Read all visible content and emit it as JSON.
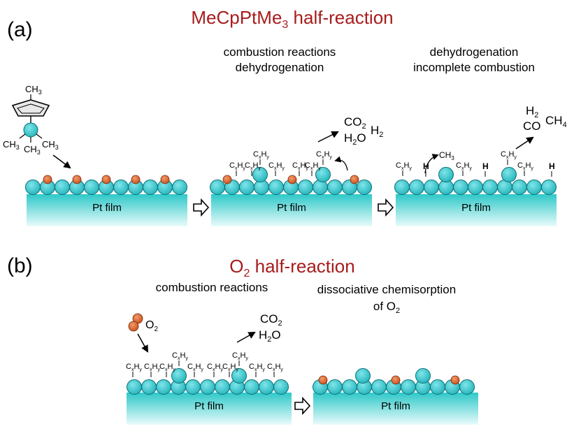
{
  "colors": {
    "title_red": "#a81c1c",
    "pt_atom": "#35c9cf",
    "o_atom": "#e06a33",
    "film_top": "#2ec8c8",
    "film_bottom": "#e9fbfb"
  },
  "panel_a": {
    "label": "(a)",
    "title": {
      "prefix": "MeCpPtMe",
      "sub": "3",
      "suffix": " half-reaction"
    },
    "molecule": {
      "top": "CH",
      "top_sub": "3",
      "left": "CH",
      "left_sub": "3",
      "mid": "CH",
      "mid_sub": "3",
      "right": "CH",
      "right_sub": "3"
    },
    "step2_heading": [
      "combustion reactions",
      "dehydrogenation"
    ],
    "step3_heading": [
      "dehydrogenation",
      "incomplete combustion"
    ],
    "step2_products": {
      "co2": "CO",
      "co2_sub": "2",
      "h2o_a": "H",
      "h2o_sub": "2",
      "h2o_b": "O",
      "h2": "H",
      "h2_sub": "2"
    },
    "step3_products": {
      "h2": "H",
      "h2_sub": "2",
      "co": "CO",
      "ch4": "CH",
      "ch4_sub": "4"
    },
    "step3_ch3": {
      "text": "CH",
      "sub": "3"
    },
    "step3_h": "H",
    "adsorbate": {
      "c": "C",
      "x": "x",
      "h": "H",
      "y": "y"
    },
    "film_labels": [
      "Pt film",
      "Pt film",
      "Pt film"
    ]
  },
  "panel_b": {
    "label": "(b)",
    "title": {
      "prefix": "O",
      "sub": "2",
      "suffix": " half-reaction"
    },
    "step1_heading": [
      "combustion reactions"
    ],
    "step2_heading": [
      "dissociative chemisorption",
      "of O",
      "2"
    ],
    "o2_label": {
      "text": "O",
      "sub": "2"
    },
    "products": {
      "co2": "CO",
      "co2_sub": "2",
      "h2o_a": "H",
      "h2o_sub": "2",
      "h2o_b": "O"
    },
    "film_labels": [
      "Pt film",
      "Pt film"
    ]
  }
}
